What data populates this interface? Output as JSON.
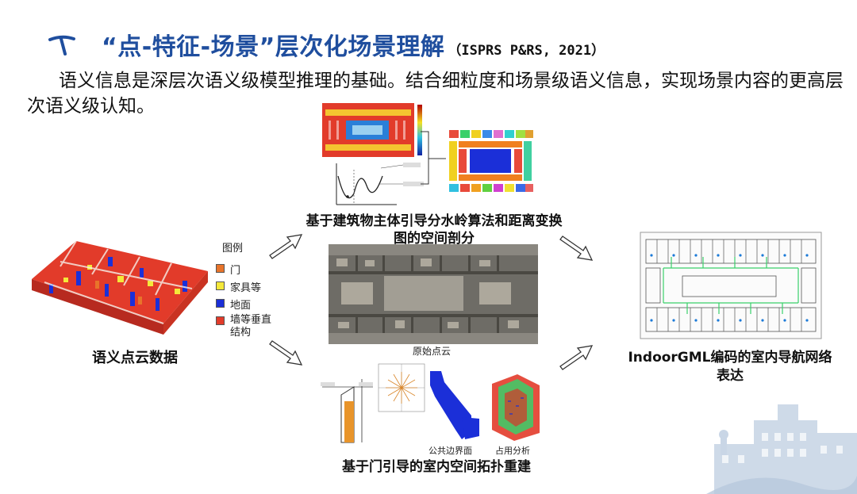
{
  "title": {
    "main": "“点-特征-场景”层次化场景理解",
    "cite": "（ISPRS P&RS, 2021）"
  },
  "intro": "语义信息是深层次语义级模型推理的基础。结合细粒度和场景级语义信息，实现场景内容的更高层次语义级认知。",
  "legend": {
    "title": "图例",
    "items": [
      {
        "label": "门",
        "color": "#e8742a"
      },
      {
        "label": "家具等",
        "color": "#f4e83a"
      },
      {
        "label": "地面",
        "color": "#1b2fd8"
      },
      {
        "label": "墙等垂直结构",
        "color": "#e23b2a"
      }
    ]
  },
  "captions": {
    "point_cloud": "语义点云数据",
    "watershed": "基于建筑物主体引导分水岭算法和距离变换图的空间剖分",
    "raw_cloud": "原始点云",
    "door_guided": "基于门引导的室内空间拓扑重建",
    "public_boundary": "公共边界面",
    "occupancy": "占用分析",
    "indoorgml": "IndoorGML编码的室内导航网络表达"
  },
  "colors": {
    "title": "#1f4e9e",
    "wall": "#e23b2a",
    "floor": "#1b2fd8",
    "furniture": "#f4e83a",
    "door": "#e8742a"
  }
}
